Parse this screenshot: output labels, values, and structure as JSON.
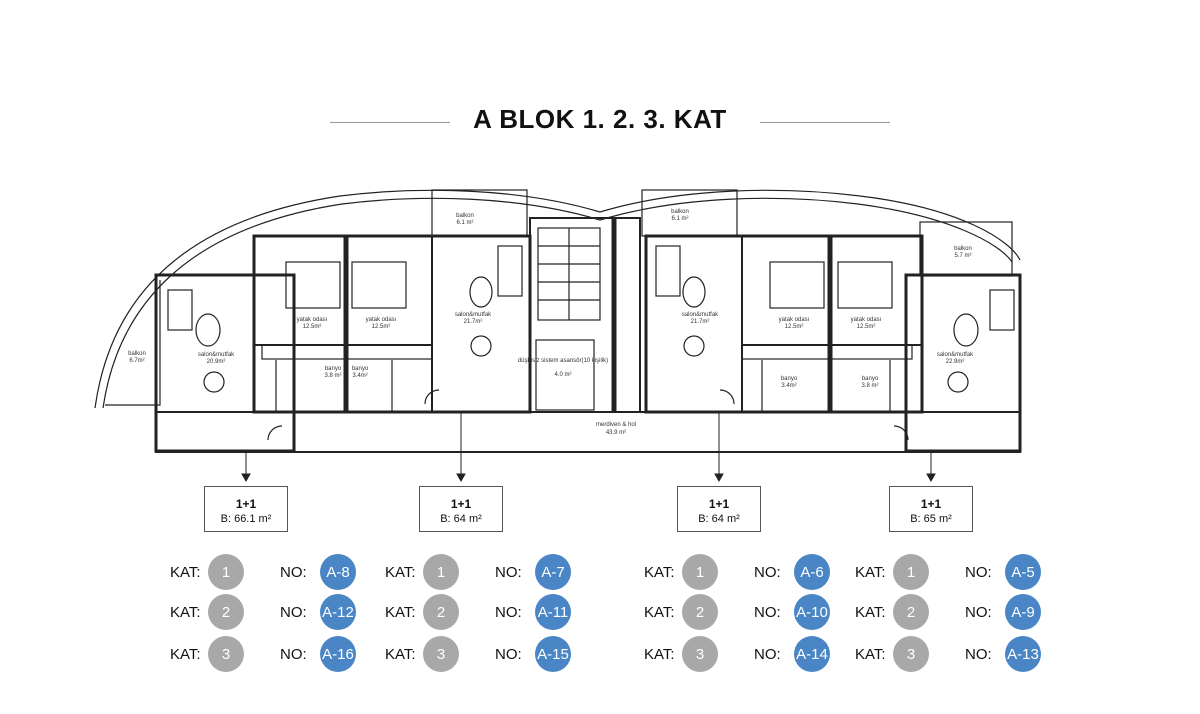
{
  "title": "A BLOK 1.  2.  3.  KAT",
  "plan": {
    "rooms": [
      {
        "name": "balkon",
        "area": "6.7m²"
      },
      {
        "name": "salon&mutfak",
        "area": "20.9m²"
      },
      {
        "name": "yatak odası",
        "area": "12.5m²"
      },
      {
        "name": "yatak odası",
        "area": "12.5m²"
      },
      {
        "name": "banyo",
        "area": "3.8 m²"
      },
      {
        "name": "banyo",
        "area": "3.4m²"
      },
      {
        "name": "balkon",
        "area": "6.1 m²"
      },
      {
        "name": "salon&mutfak",
        "area": "21.7m²"
      },
      {
        "name": "düşlüsiz sistem asansör(10 kişilik)",
        "area": "4.0 m²"
      },
      {
        "name": "merdiven & hol",
        "area": "43.9 m²"
      },
      {
        "name": "balkon",
        "area": "6.1 m²"
      },
      {
        "name": "salon&mutfak",
        "area": "21.7m²"
      },
      {
        "name": "yatak odası",
        "area": "12.5m²"
      },
      {
        "name": "yatak odası",
        "area": "12.5m²"
      },
      {
        "name": "banyo",
        "area": "3.4m²"
      },
      {
        "name": "banyo",
        "area": "3.8 m²"
      },
      {
        "name": "balkon",
        "area": "5.7 m²"
      },
      {
        "name": "salon&mutfak",
        "area": "22.9m²"
      }
    ]
  },
  "units": [
    {
      "type": "1+1",
      "area": "B: 66.1 m²",
      "floors": [
        {
          "kat": "1",
          "no": "A-8"
        },
        {
          "kat": "2",
          "no": "A-12"
        },
        {
          "kat": "3",
          "no": "A-16"
        }
      ]
    },
    {
      "type": "1+1",
      "area": "B: 64 m²",
      "floors": [
        {
          "kat": "1",
          "no": "A-7"
        },
        {
          "kat": "2",
          "no": "A-11"
        },
        {
          "kat": "3",
          "no": "A-15"
        }
      ]
    },
    {
      "type": "1+1",
      "area": "B: 64 m²",
      "floors": [
        {
          "kat": "1",
          "no": "A-6"
        },
        {
          "kat": "2",
          "no": "A-10"
        },
        {
          "kat": "3",
          "no": "A-14"
        }
      ]
    },
    {
      "type": "1+1",
      "area": "B: 65 m²",
      "floors": [
        {
          "kat": "1",
          "no": "A-5"
        },
        {
          "kat": "2",
          "no": "A-9"
        },
        {
          "kat": "3",
          "no": "A-13"
        }
      ]
    }
  ],
  "labels": {
    "kat": "KAT:",
    "no": "NO:"
  },
  "colors": {
    "floor_circle": "#a8a8a8",
    "unit_circle": "#4a86c5"
  }
}
